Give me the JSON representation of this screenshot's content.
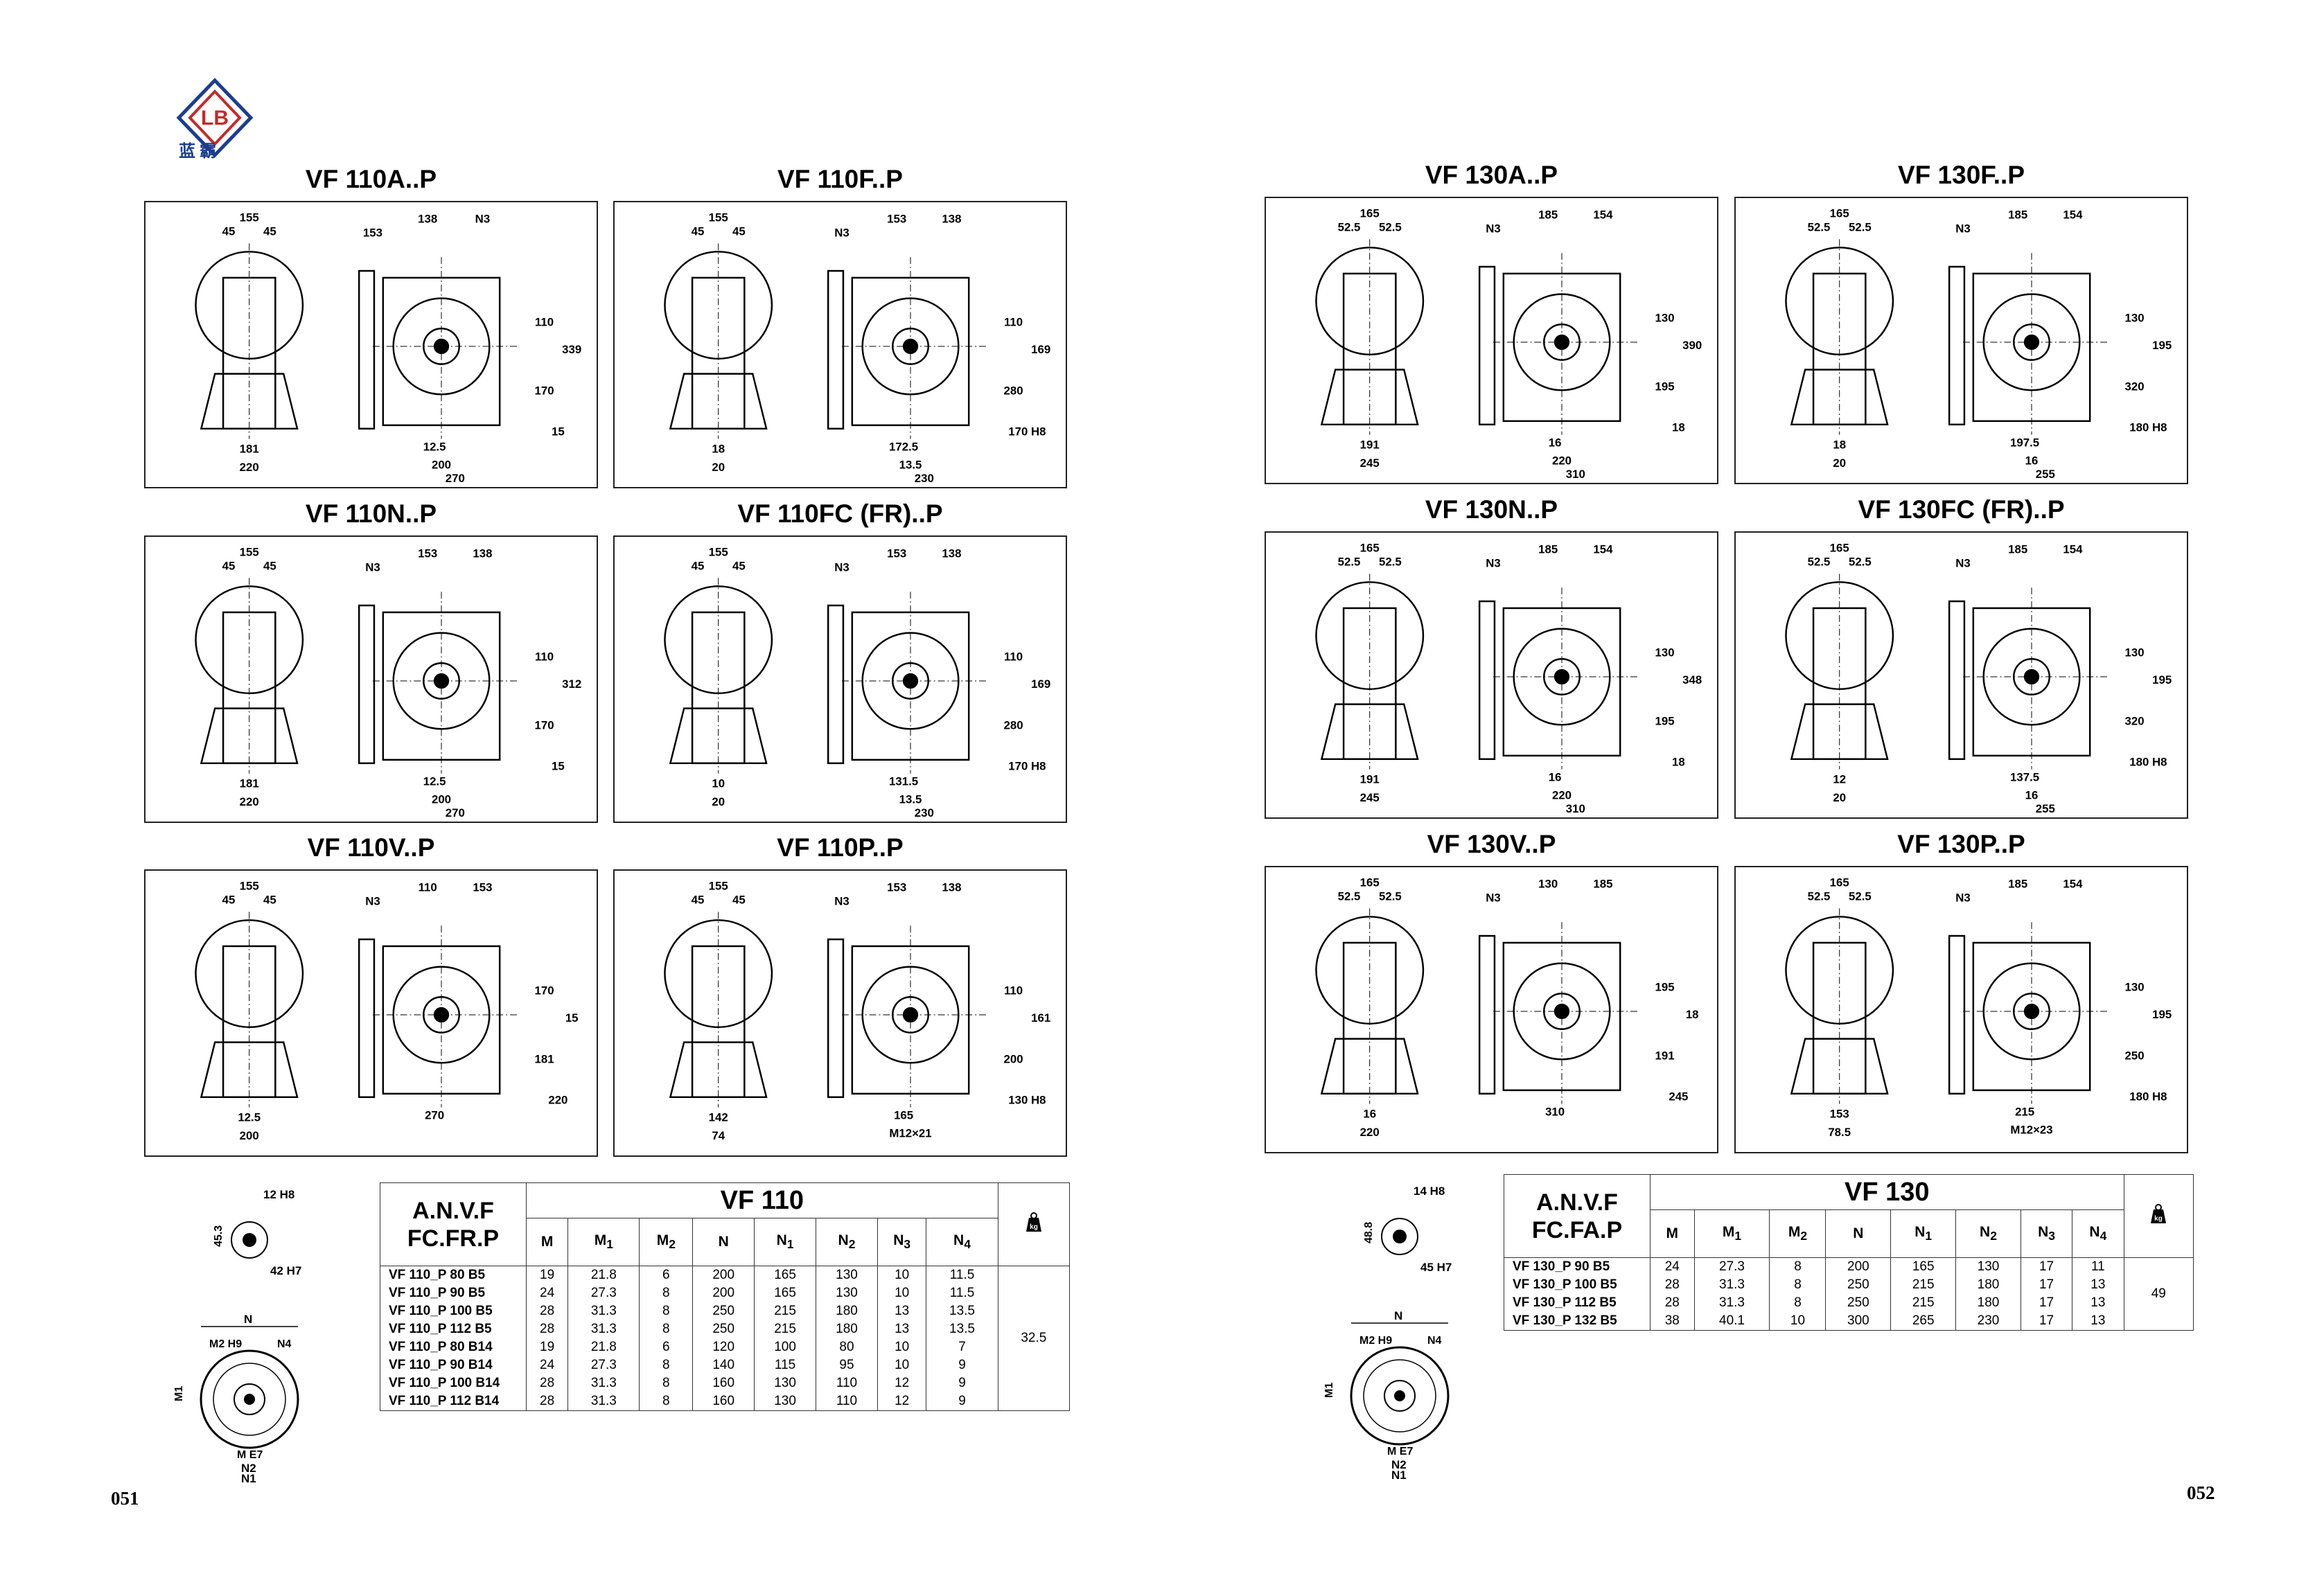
{
  "brand": {
    "logo_letters": "LB",
    "caption": "蓝霸"
  },
  "page_numbers": {
    "left": "051",
    "right": "052"
  },
  "panels": [
    {
      "id": "vf110a",
      "title": "VF 110A..P",
      "side": "left",
      "dims": [
        "155",
        "45",
        "45",
        "153",
        "138",
        "N3",
        "110",
        "339",
        "170",
        "15",
        "181",
        "220",
        "12.5",
        "200",
        "270"
      ]
    },
    {
      "id": "vf110f",
      "title": "VF 110F..P",
      "side": "left",
      "dims": [
        "155",
        "45",
        "45",
        "N3",
        "153",
        "138",
        "110",
        "169",
        "280",
        "170 H8",
        "18",
        "20",
        "172.5",
        "13.5",
        "230"
      ]
    },
    {
      "id": "vf110n",
      "title": "VF 110N..P",
      "side": "left",
      "dims": [
        "155",
        "45",
        "45",
        "N3",
        "153",
        "138",
        "110",
        "312",
        "170",
        "15",
        "181",
        "220",
        "12.5",
        "200",
        "270"
      ]
    },
    {
      "id": "vf110fc",
      "title": "VF 110FC (FR)..P",
      "side": "left",
      "dims": [
        "155",
        "45",
        "45",
        "N3",
        "153",
        "138",
        "110",
        "169",
        "280",
        "170 H8",
        "10",
        "20",
        "131.5",
        "13.5",
        "230"
      ]
    },
    {
      "id": "vf110v",
      "title": "VF 110V..P",
      "side": "left",
      "dims": [
        "155",
        "45",
        "45",
        "N3",
        "110",
        "153",
        "170",
        "15",
        "181",
        "220",
        "12.5",
        "200",
        "270"
      ]
    },
    {
      "id": "vf110p",
      "title": "VF 110P..P",
      "side": "left",
      "dims": [
        "155",
        "45",
        "45",
        "N3",
        "153",
        "138",
        "110",
        "161",
        "200",
        "130 H8",
        "142",
        "74",
        "165",
        "M12×21"
      ]
    },
    {
      "id": "vf130a",
      "title": "VF 130A..P",
      "side": "right",
      "dims": [
        "165",
        "52.5",
        "52.5",
        "N3",
        "185",
        "154",
        "130",
        "390",
        "195",
        "18",
        "191",
        "245",
        "16",
        "220",
        "310"
      ]
    },
    {
      "id": "vf130f",
      "title": "VF 130F..P",
      "side": "right",
      "dims": [
        "165",
        "52.5",
        "52.5",
        "N3",
        "185",
        "154",
        "130",
        "195",
        "320",
        "180 H8",
        "18",
        "20",
        "197.5",
        "16",
        "255"
      ]
    },
    {
      "id": "vf130n",
      "title": "VF 130N..P",
      "side": "right",
      "dims": [
        "165",
        "52.5",
        "52.5",
        "N3",
        "185",
        "154",
        "130",
        "348",
        "195",
        "18",
        "191",
        "245",
        "16",
        "220",
        "310"
      ]
    },
    {
      "id": "vf130fc",
      "title": "VF 130FC (FR)..P",
      "side": "right",
      "dims": [
        "165",
        "52.5",
        "52.5",
        "N3",
        "185",
        "154",
        "130",
        "195",
        "320",
        "180 H8",
        "12",
        "20",
        "137.5",
        "16",
        "255"
      ]
    },
    {
      "id": "vf130v",
      "title": "VF 130V..P",
      "side": "right",
      "dims": [
        "165",
        "52.5",
        "52.5",
        "N3",
        "130",
        "185",
        "195",
        "18",
        "191",
        "245",
        "16",
        "220",
        "310"
      ]
    },
    {
      "id": "vf130p",
      "title": "VF 130P..P",
      "side": "right",
      "dims": [
        "165",
        "52.5",
        "52.5",
        "N3",
        "185",
        "154",
        "130",
        "195",
        "250",
        "180 H8",
        "153",
        "78.5",
        "215",
        "M12×23"
      ]
    }
  ],
  "flange_110": {
    "key": "12 H8",
    "shaft_h": "45.3",
    "bore": "42 H7",
    "labels": [
      "N",
      "M2 H9",
      "N4",
      "M1",
      "M E7",
      "N2",
      "N1"
    ]
  },
  "flange_130": {
    "key": "14 H8",
    "shaft_h": "48.8",
    "bore": "45 H7",
    "labels": [
      "N",
      "M2 H9",
      "N4",
      "M1",
      "M E7",
      "N2",
      "N1"
    ]
  },
  "table_110": {
    "header_left": "A.N.V.F\nFC.FR.P",
    "series": "VF 110",
    "columns": [
      "M",
      "M1",
      "M2",
      "N",
      "N1",
      "N2",
      "N3",
      "N4"
    ],
    "weight_label": "kg",
    "weight": "32.5",
    "rows": [
      [
        "VF 110_P 80 B5",
        "19",
        "21.8",
        "6",
        "200",
        "165",
        "130",
        "10",
        "11.5"
      ],
      [
        "VF 110_P 90 B5",
        "24",
        "27.3",
        "8",
        "200",
        "165",
        "130",
        "10",
        "11.5"
      ],
      [
        "VF 110_P 100 B5",
        "28",
        "31.3",
        "8",
        "250",
        "215",
        "180",
        "13",
        "13.5"
      ],
      [
        "VF 110_P 112 B5",
        "28",
        "31.3",
        "8",
        "250",
        "215",
        "180",
        "13",
        "13.5"
      ],
      [
        "VF 110_P 80 B14",
        "19",
        "21.8",
        "6",
        "120",
        "100",
        "80",
        "10",
        "7"
      ],
      [
        "VF 110_P 90 B14",
        "24",
        "27.3",
        "8",
        "140",
        "115",
        "95",
        "10",
        "9"
      ],
      [
        "VF 110_P 100 B14",
        "28",
        "31.3",
        "8",
        "160",
        "130",
        "110",
        "12",
        "9"
      ],
      [
        "VF 110_P 112 B14",
        "28",
        "31.3",
        "8",
        "160",
        "130",
        "110",
        "12",
        "9"
      ]
    ]
  },
  "table_130": {
    "header_left": "A.N.V.F\nFC.FA.P",
    "series": "VF 130",
    "columns": [
      "M",
      "M1",
      "M2",
      "N",
      "N1",
      "N2",
      "N3",
      "N4"
    ],
    "weight_label": "kg",
    "weight": "49",
    "rows": [
      [
        "VF 130_P 90 B5",
        "24",
        "27.3",
        "8",
        "200",
        "165",
        "130",
        "17",
        "11"
      ],
      [
        "VF 130_P 100 B5",
        "28",
        "31.3",
        "8",
        "250",
        "215",
        "180",
        "17",
        "13"
      ],
      [
        "VF 130_P 112 B5",
        "28",
        "31.3",
        "8",
        "250",
        "215",
        "180",
        "17",
        "13"
      ],
      [
        "VF 130_P 132 B5",
        "38",
        "40.1",
        "10",
        "300",
        "265",
        "230",
        "17",
        "13"
      ]
    ]
  }
}
